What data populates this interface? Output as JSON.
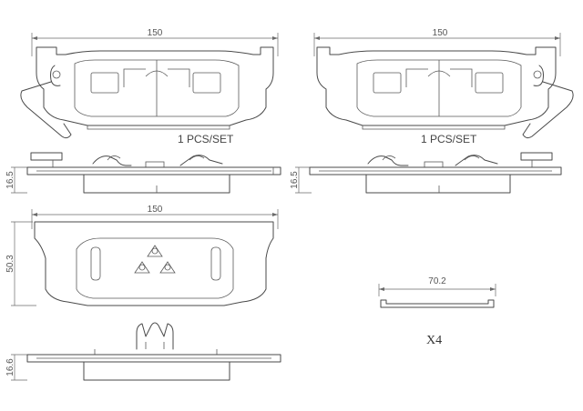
{
  "dimensions": {
    "top_left_width": "150",
    "top_right_width": "150",
    "top_left_thickness": "16.5",
    "top_right_thickness": "16.5",
    "bottom_width": "150",
    "bottom_height": "50.3",
    "bottom_thickness": "16.6",
    "shim_length": "70.2"
  },
  "notes": {
    "set_left": "1  PCS/SET",
    "set_right": "1  PCS/SET",
    "quantity": "X4"
  }
}
